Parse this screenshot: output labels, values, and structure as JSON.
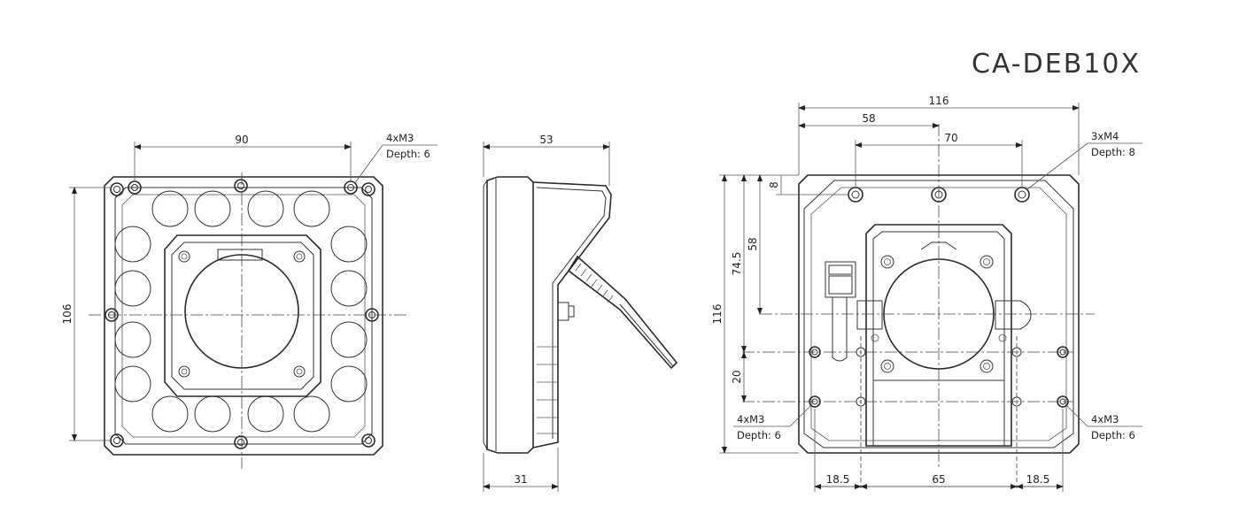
{
  "model": "CA-DEB10X",
  "front_view": {
    "width_dim": "90",
    "height_dim": "106",
    "hole_callout_qty": "4xM3",
    "hole_callout_depth": "Depth: 6"
  },
  "side_view": {
    "top_dim": "53",
    "bottom_dim": "31"
  },
  "rear_view": {
    "overall_width_dim": "116",
    "half_width_dim": "58",
    "top_hole_pitch_dim": "70",
    "overall_height_dim": "116",
    "height_dim_74_5": "74.5",
    "height_dim_58": "58",
    "top_offset_dim": "8",
    "lower_hole_dim": "20",
    "top_hole_callout_qty": "3xM4",
    "top_hole_callout_depth": "Depth: 8",
    "left_hole_callout_qty": "4xM3",
    "left_hole_callout_depth": "Depth: 6",
    "right_hole_callout_qty": "4xM3",
    "right_hole_callout_depth": "Depth: 6",
    "bottom_left_dim": "18.5",
    "bottom_center_dim": "65",
    "bottom_right_dim": "18.5"
  }
}
